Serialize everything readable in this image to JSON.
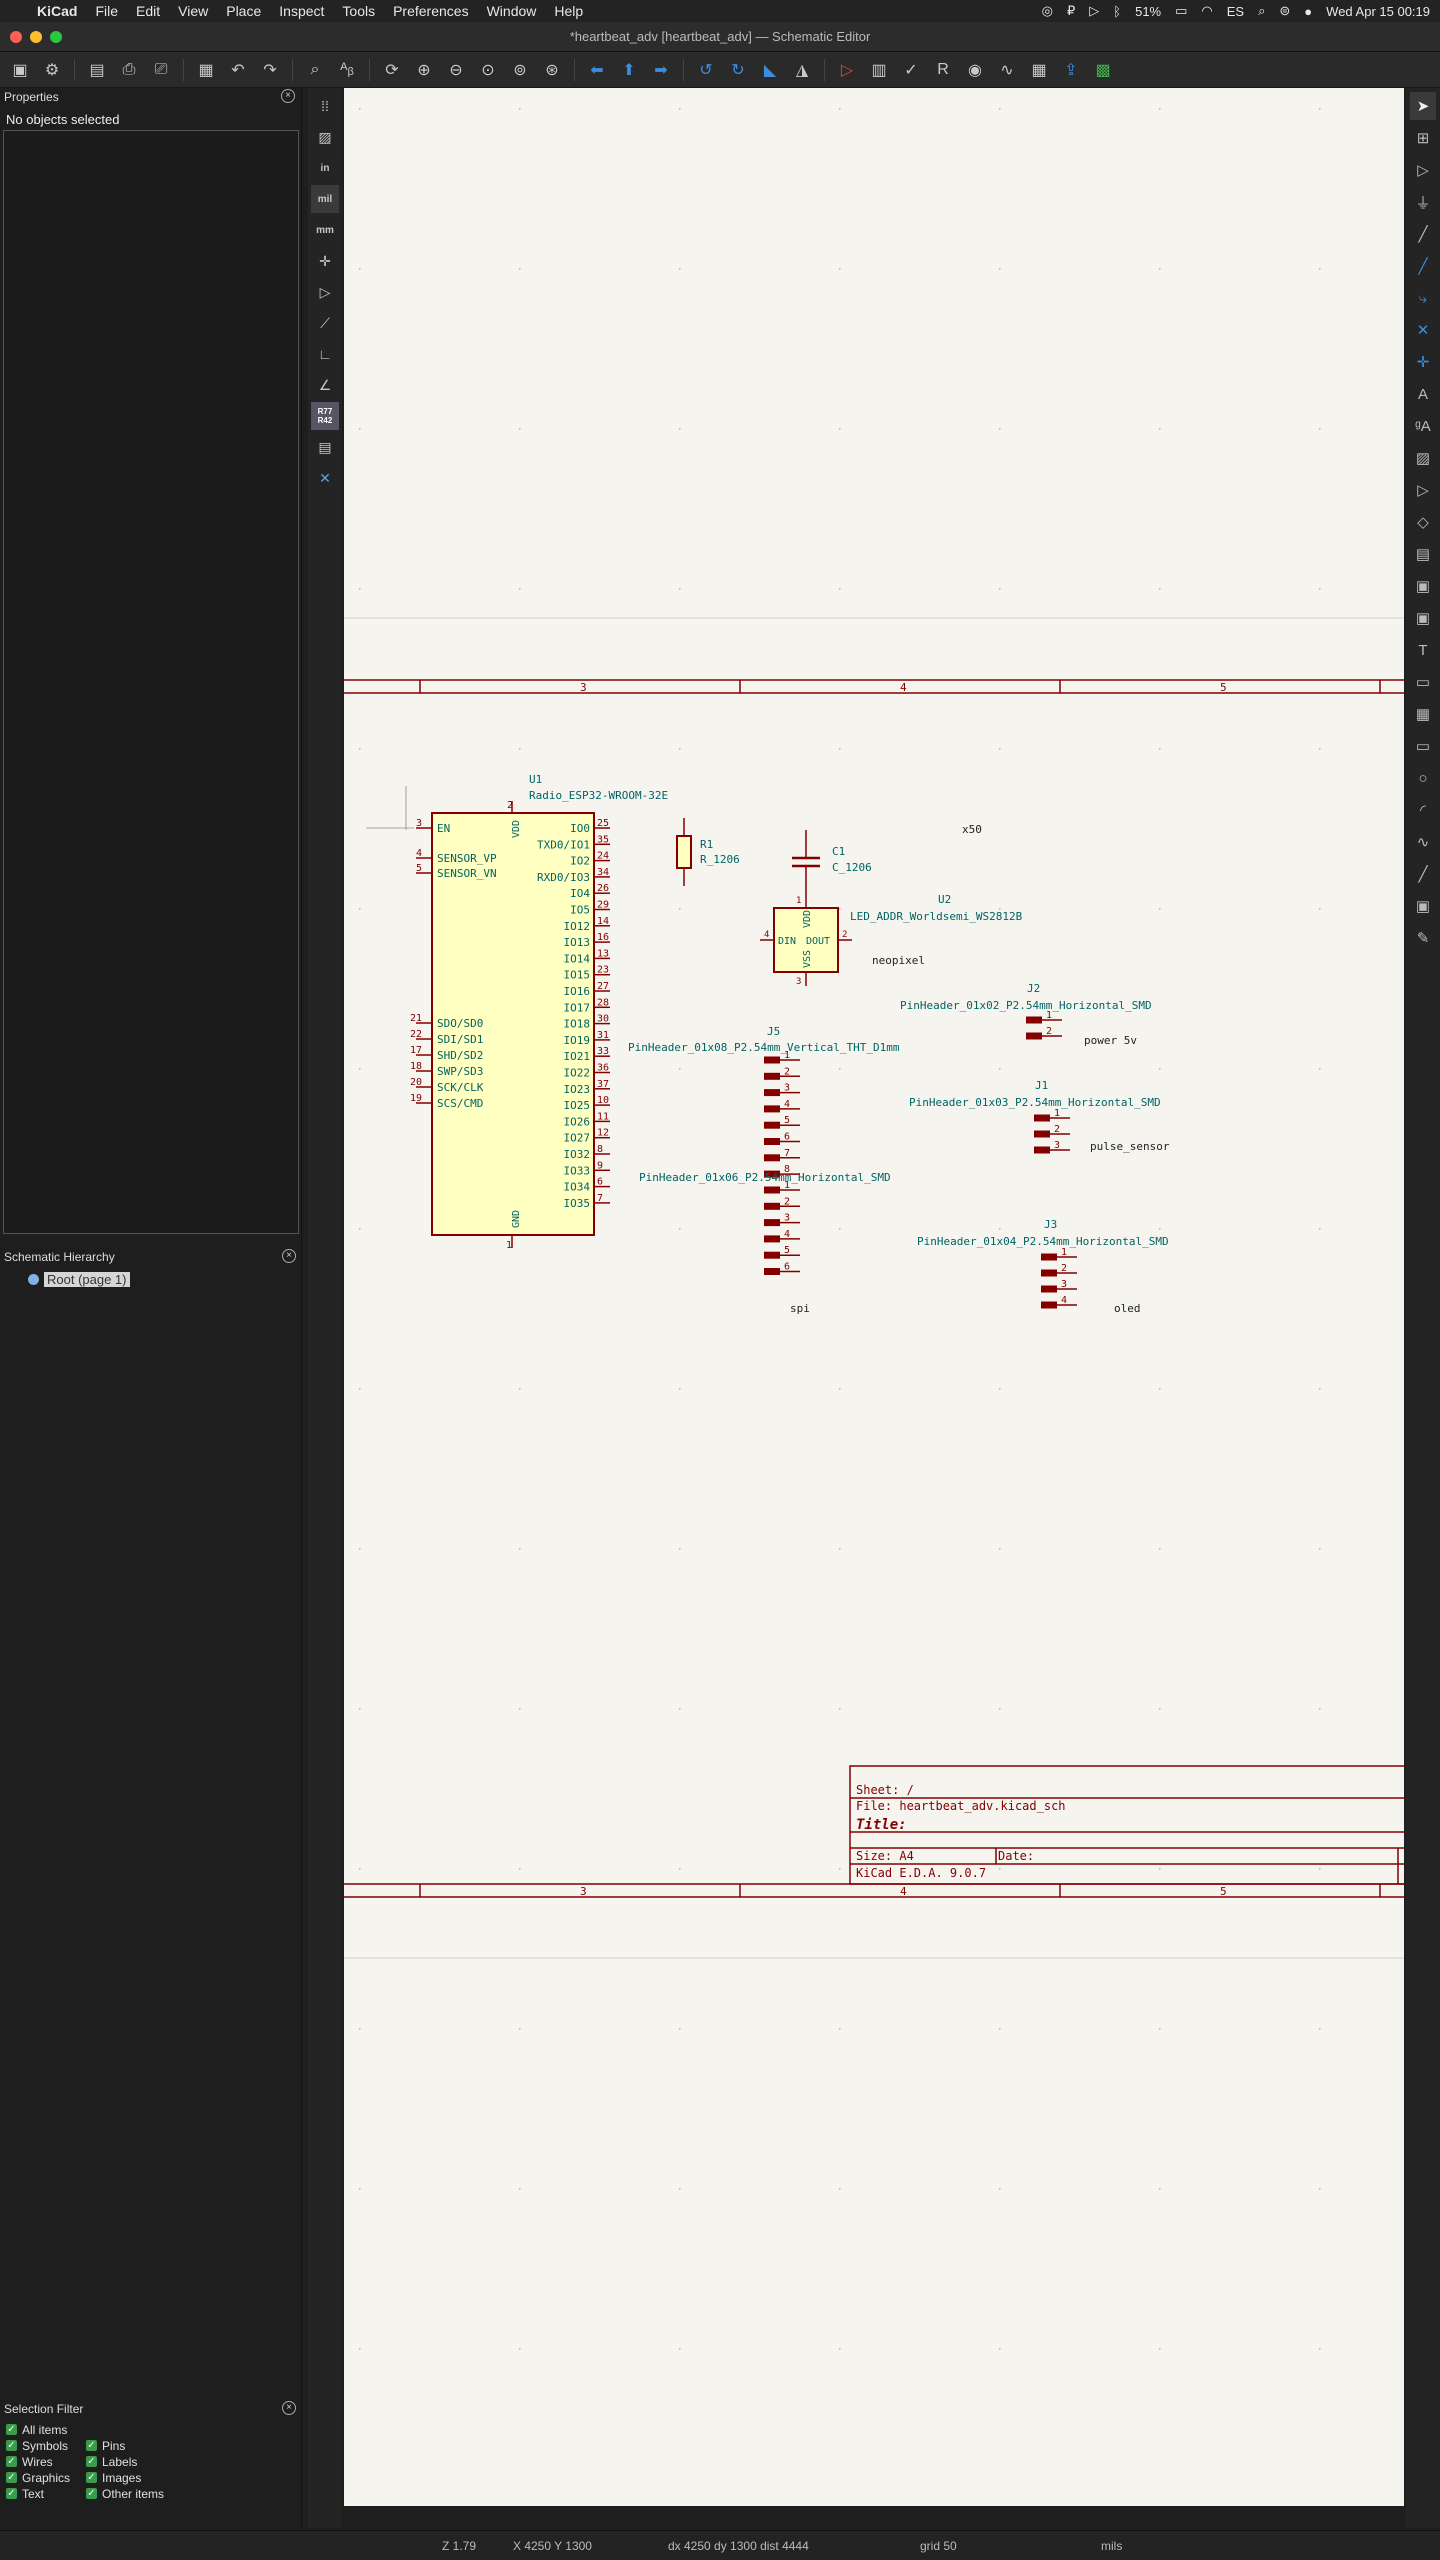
{
  "menubar": {
    "app": "KiCad",
    "items": [
      "File",
      "Edit",
      "View",
      "Place",
      "Inspect",
      "Tools",
      "Preferences",
      "Window",
      "Help"
    ],
    "battery": "51%",
    "input": "ES",
    "clock": "Wed Apr 15  00:19"
  },
  "window": {
    "title": "*heartbeat_adv [heartbeat_adv] — Schematic Editor"
  },
  "properties": {
    "title": "Properties",
    "status": "No objects selected"
  },
  "hierarchy": {
    "title": "Schematic Hierarchy",
    "root": "Root (page 1)"
  },
  "selection_filter": {
    "title": "Selection Filter",
    "items": [
      "All items",
      "Symbols",
      "Pins",
      "Wires",
      "Labels",
      "Graphics",
      "Images",
      "Text",
      "Other items"
    ]
  },
  "left_tools": {
    "in": "in",
    "mil": "mil",
    "mm": "mm",
    "ref": "R77\nR42"
  },
  "schematic": {
    "frame_top": [
      "3",
      "4",
      "5"
    ],
    "frame_bottom": [
      "3",
      "4",
      "5"
    ],
    "u1": {
      "ref": "U1",
      "value": "Radio_ESP32-WROOM-32E",
      "left_pins": [
        {
          "num": "3",
          "name": "EN"
        },
        {
          "num": "4",
          "name": "SENSOR_VP"
        },
        {
          "num": "5",
          "name": "SENSOR_VN"
        },
        {
          "num": "21",
          "name": "SDO/SD0"
        },
        {
          "num": "22",
          "name": "SDI/SD1"
        },
        {
          "num": "17",
          "name": "SHD/SD2"
        },
        {
          "num": "18",
          "name": "SWP/SD3"
        },
        {
          "num": "20",
          "name": "SCK/CLK"
        },
        {
          "num": "19",
          "name": "SCS/CMD"
        }
      ],
      "right_pins": [
        {
          "num": "25",
          "name": "IO0"
        },
        {
          "num": "35",
          "name": "TXD0/IO1"
        },
        {
          "num": "24",
          "name": "IO2"
        },
        {
          "num": "34",
          "name": "RXD0/IO3"
        },
        {
          "num": "26",
          "name": "IO4"
        },
        {
          "num": "29",
          "name": "IO5"
        },
        {
          "num": "14",
          "name": "IO12"
        },
        {
          "num": "16",
          "name": "IO13"
        },
        {
          "num": "13",
          "name": "IO14"
        },
        {
          "num": "23",
          "name": "IO15"
        },
        {
          "num": "27",
          "name": "IO16"
        },
        {
          "num": "28",
          "name": "IO17"
        },
        {
          "num": "30",
          "name": "IO18"
        },
        {
          "num": "31",
          "name": "IO19"
        },
        {
          "num": "33",
          "name": "IO21"
        },
        {
          "num": "36",
          "name": "IO22"
        },
        {
          "num": "37",
          "name": "IO23"
        },
        {
          "num": "10",
          "name": "IO25"
        },
        {
          "num": "11",
          "name": "IO26"
        },
        {
          "num": "12",
          "name": "IO27"
        },
        {
          "num": "8",
          "name": "IO32"
        },
        {
          "num": "9",
          "name": "IO33"
        },
        {
          "num": "6",
          "name": "IO34"
        },
        {
          "num": "7",
          "name": "IO35"
        }
      ],
      "vdd": "VDD",
      "vdd_num": "2",
      "gnd": "GND",
      "gnd_num": "1"
    },
    "r1": {
      "ref": "R1",
      "value": "R_1206"
    },
    "c1": {
      "ref": "C1",
      "value": "C_1206"
    },
    "u2": {
      "ref": "U2",
      "value": "LED_ADDR_Worldsemi_WS2812B",
      "pin_in": "DIN",
      "pin_out": "DOUT",
      "vdd": "VDD",
      "vss": "VSS",
      "n1": "1",
      "n2": "2",
      "n3": "3",
      "n4": "4"
    },
    "j5": {
      "ref": "J5",
      "value": "PinHeader_01x08_P2.54mm_Vertical_THT_D1mm",
      "pins": [
        "1",
        "2",
        "3",
        "4",
        "5",
        "6",
        "7",
        "8"
      ]
    },
    "j6": {
      "value": "PinHeader_01x06_P2.54mm_Horizontal_SMD",
      "pins": [
        "1",
        "2",
        "3",
        "4",
        "5",
        "6"
      ]
    },
    "j2": {
      "ref": "J2",
      "value": "PinHeader_01x02_P2.54mm_Horizontal_SMD",
      "pins": [
        "1",
        "2"
      ],
      "label": "power 5v"
    },
    "j1": {
      "ref": "J1",
      "value": "PinHeader_01x03_P2.54mm_Horizontal_SMD",
      "pins": [
        "1",
        "2",
        "3"
      ],
      "label": "pulse_sensor"
    },
    "j3": {
      "ref": "J3",
      "value": "PinHeader_01x04_P2.54mm_Horizontal_SMD",
      "pins": [
        "1",
        "2",
        "3",
        "4"
      ],
      "label": "oled"
    },
    "labels": {
      "x50": "x50",
      "neopixel": "neopixel",
      "spi": "spi"
    },
    "title_block": {
      "sheet": "Sheet: /",
      "file": "File: heartbeat_adv.kicad_sch",
      "title": "Title:",
      "size": "Size: A4",
      "date": "Date:",
      "kicad": "KiCad E.D.A. 9.0.7"
    }
  },
  "status": {
    "zoom": "Z 1.79",
    "xy": "X 4250  Y 1300",
    "delta": "dx 4250  dy 1300  dist 4444",
    "grid": "grid 50",
    "units": "mils"
  },
  "colors": {
    "canvas_bg": "#f5f4ef",
    "symbol_outline": "#840000",
    "symbol_fill": "#ffffc2",
    "symbol_text": "#006464",
    "pin_text": "#840000"
  }
}
